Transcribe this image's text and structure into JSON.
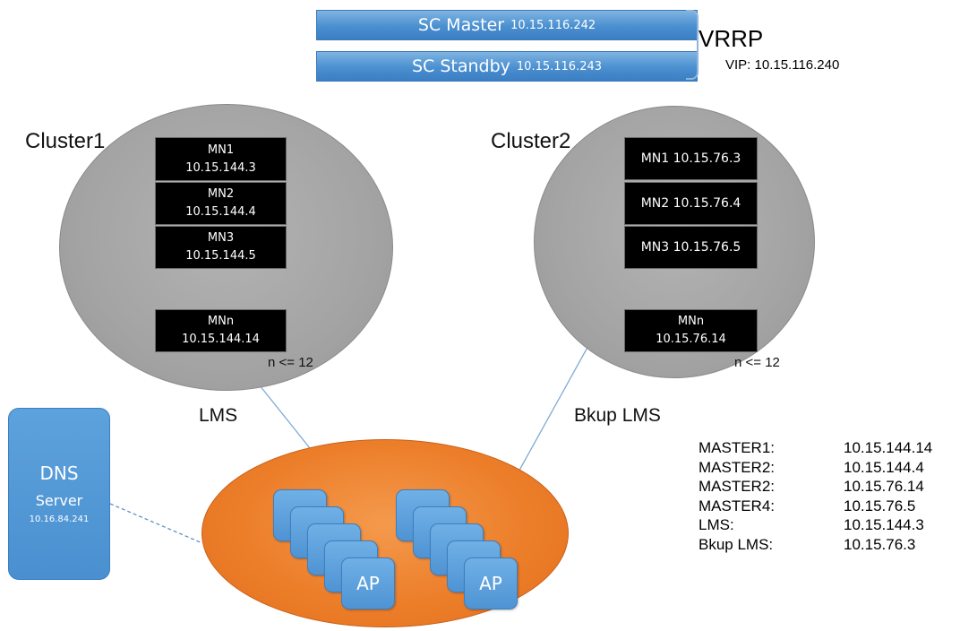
{
  "vrrp": {
    "master": {
      "name": "SC Master",
      "ip": "10.15.116.242"
    },
    "standby": {
      "name": "SC Standby",
      "ip": "10.15.116.243"
    },
    "label": "VRRP",
    "vip": "VIP: 10.15.116.240"
  },
  "cluster1": {
    "title": "Cluster1",
    "nodes": [
      {
        "name": "MN1",
        "ip": "10.15.144.3"
      },
      {
        "name": "MN2",
        "ip": "10.15.144.4"
      },
      {
        "name": "MN3",
        "ip": "10.15.144.5"
      }
    ],
    "last": {
      "name": "MNn",
      "ip": "10.15.144.14"
    },
    "limit": "n <= 12"
  },
  "cluster2": {
    "title": "Cluster2",
    "nodes": [
      {
        "label": "MN1 10.15.76.3"
      },
      {
        "label": "MN2 10.15.76.4"
      },
      {
        "label": "MN3 10.15.76.5"
      }
    ],
    "last": {
      "name": "MNn",
      "ip": "10.15.76.14"
    },
    "limit": "n <= 12"
  },
  "links": {
    "lms": "LMS",
    "bkup_lms": "Bkup LMS"
  },
  "dns": {
    "title": "DNS",
    "subtitle": "Server",
    "ip": "10.16.84.241"
  },
  "ap": {
    "label_left": "AP",
    "label_right": "AP"
  },
  "masters": [
    {
      "key": "MASTER1:",
      "value": "10.15.144.14"
    },
    {
      "key": "MASTER2:",
      "value": "10.15.144.4"
    },
    {
      "key": "MASTER2:",
      "value": "10.15.76.14"
    },
    {
      "key": "MASTER4:",
      "value": "10.15.76.5"
    },
    {
      "key": "LMS:",
      "value": "10.15.144.3"
    },
    {
      "key": "Bkup LMS:",
      "value": "10.15.76.3"
    }
  ],
  "colors": {
    "sc_blue": "#4a8fd0",
    "cluster_gray": "#a6a6a6",
    "ap_orange": "#ec7e2a",
    "mn_black": "#000000"
  }
}
